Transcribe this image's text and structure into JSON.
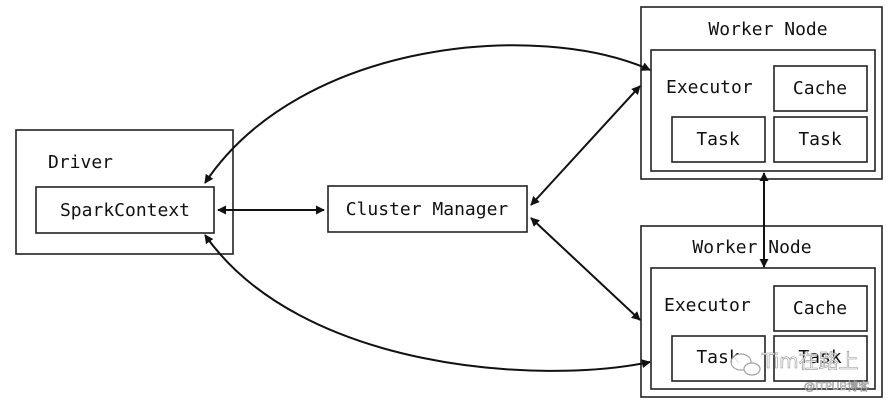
{
  "driver": {
    "title": "Driver",
    "spark_context": "SparkContext"
  },
  "cluster_manager": {
    "label": "Cluster Manager"
  },
  "worker_nodes": [
    {
      "title": "Worker Node",
      "executor_label": "Executor",
      "cache_label": "Cache",
      "tasks": [
        "Task",
        "Task"
      ]
    },
    {
      "title": "Worker Node",
      "executor_label": "Executor",
      "cache_label": "Cache",
      "tasks": [
        "Task",
        "Task"
      ]
    }
  ],
  "watermark": {
    "text": "Tim在路上",
    "subtext": "@ITPUB博客"
  }
}
